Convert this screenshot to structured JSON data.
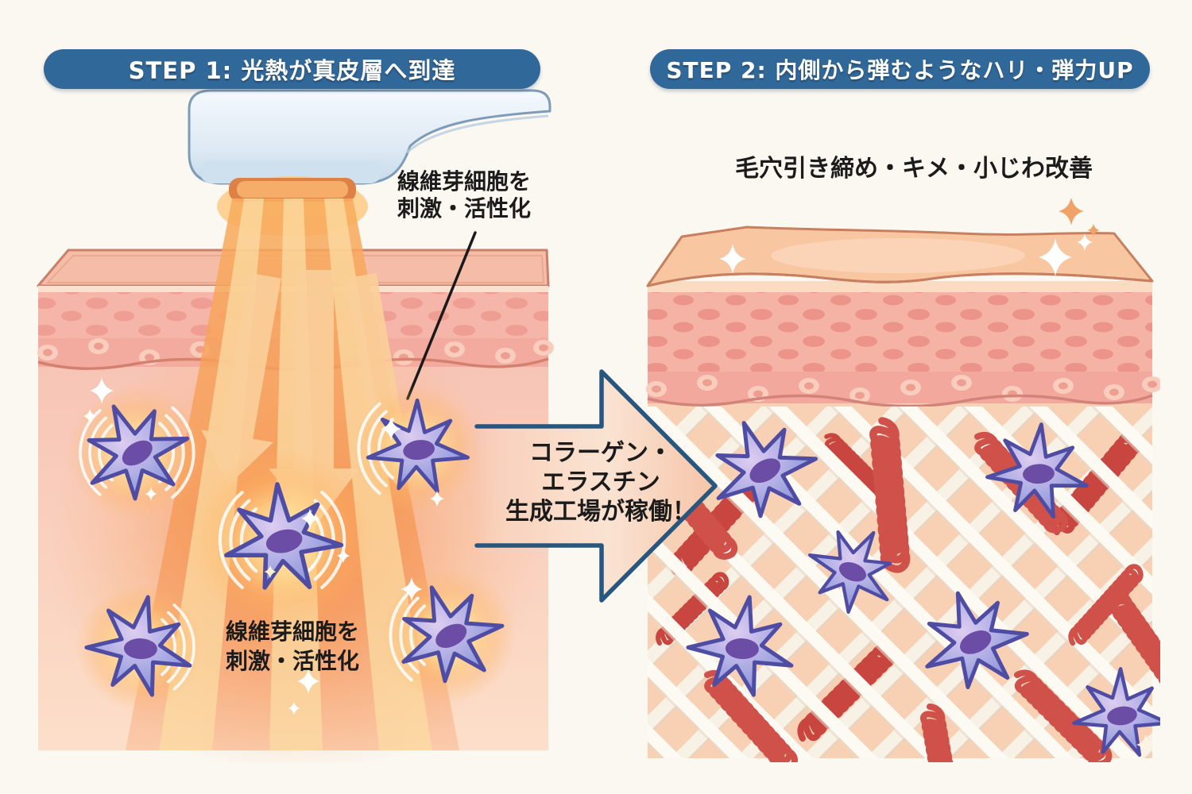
{
  "page": {
    "background": "#fbf7f1"
  },
  "colors": {
    "banner_blue": "#31689a",
    "arrow_border": "#27567f",
    "text_black": "#1b1b1b",
    "skin_surface": "#f5bca8",
    "skin_outline": "#ca8069",
    "epidermis_pink": "#f5b5a9",
    "dermis_pink": "#f8cdbb",
    "beam_orange": "#f6a55c",
    "glow_orange": "#f47f3e",
    "cell_purple": "#8f97da",
    "cell_outline": "#4f4da3",
    "nucleus_purple": "#6b4da6",
    "collagen_white": "#fdfaf4",
    "elastin_red": "#d0514a",
    "sparkle_white": "#ffffff",
    "sparkle_orange": "#efa368"
  },
  "icons": {
    "treatment_device": "light-therapy handpiece",
    "light_beam_arrow": "downward light arrows",
    "fibroblast_cell": "star-shaped fibroblast",
    "vibration_arcs": "triple arc waves",
    "sparkle": "four-point star",
    "collagen_fiber": "white lattice ribbon",
    "elastin_coil": "red spring coil"
  },
  "step1": {
    "banner": "STEP 1: 光熱が真皮層へ到達",
    "callout": {
      "line1": "線維芽細胞を",
      "line2": "刺激・活性化"
    },
    "label_bottom": {
      "line1": "線維芽細胞を",
      "line2": "刺激・活性化"
    }
  },
  "transition": {
    "arrow_label": {
      "line1": "コラーゲン・",
      "line2": "エラスチン",
      "line3": "生成工場が稼働！"
    }
  },
  "step2": {
    "banner": "STEP 2: 内側から弾むようなハリ・弾力UP",
    "caption": "毛穴引き締め・キメ・小じわ改善"
  }
}
